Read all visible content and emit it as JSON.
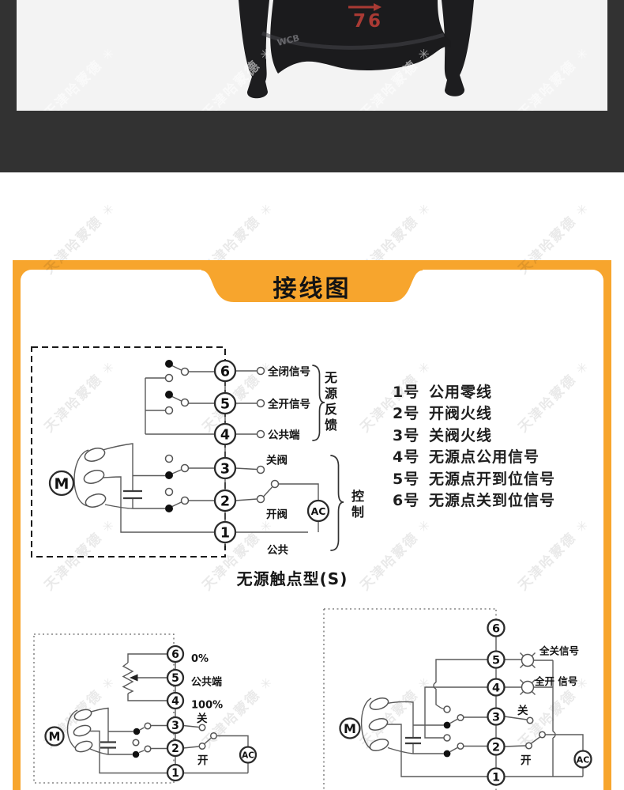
{
  "watermark": {
    "text": "天津哈蒙德",
    "mark": "✳"
  },
  "hero": {
    "valve_marking": "76",
    "valve_cast_text": "WCB",
    "photo_bg": "#F3F3F3",
    "dark_bar": "#323232",
    "marking_red": "#A93A34"
  },
  "section": {
    "title": "接线图",
    "accent_orange": "#F7A52D",
    "line_color": "#5A5A5A",
    "legend": {
      "items": [
        {
          "num": "1号",
          "label": "公用零线"
        },
        {
          "num": "2号",
          "label": "开阀火线"
        },
        {
          "num": "3号",
          "label": "关阀火线"
        },
        {
          "num": "4号",
          "label": "无源点公用信号"
        },
        {
          "num": "5号",
          "label": "无源点开到位信号"
        },
        {
          "num": "6号",
          "label": "无源点关到位信号"
        }
      ]
    },
    "main": {
      "terminals": [
        "6",
        "5",
        "4",
        "3",
        "2",
        "1"
      ],
      "t6": "全闭信号",
      "t5": "全开信号",
      "t4": "公共端",
      "t3": "关阀",
      "t2": "开阀",
      "t1": "公共",
      "feedback_group": "无源反馈",
      "control_group": "控制",
      "ac": "AC",
      "motor": "M",
      "caption": "无源触点型(S)"
    },
    "pot": {
      "terminals": [
        "6",
        "5",
        "4",
        "3",
        "2",
        "1"
      ],
      "t6": "0%",
      "t5": "公共端",
      "t4": "100%",
      "t3": "关",
      "t2": "开",
      "ac": "AC",
      "motor": "M"
    },
    "lamp": {
      "terminals": [
        "6",
        "5",
        "4",
        "3",
        "2",
        "1"
      ],
      "t5": "全关信号",
      "t4": "全开 信号",
      "t3": "关",
      "t2": "开",
      "ac": "AC",
      "motor": "M"
    }
  }
}
